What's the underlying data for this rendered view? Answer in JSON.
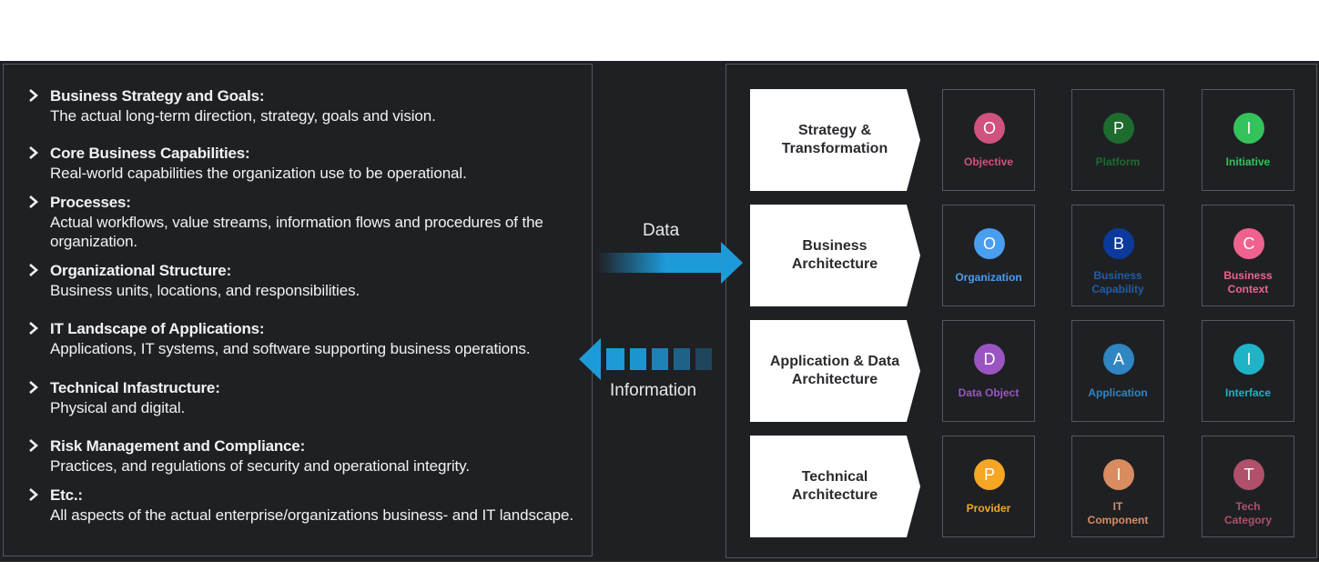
{
  "left_panel": {
    "items": [
      {
        "title": "Business Strategy and Goals:",
        "desc": "The actual long-term direction, strategy, goals and vision."
      },
      {
        "title": "Core Business Capabilities:",
        "desc": "Real-world capabilities the organization use to be operational."
      },
      {
        "title": "Processes:",
        "desc": "Actual workflows, value streams, information flows and procedures of the organization."
      },
      {
        "title": "Organizational Structure:",
        "desc": "Business units, locations, and responsibilities."
      },
      {
        "title": "IT Landscape of Applications:",
        "desc": "Applications, IT systems, and software supporting business operations."
      },
      {
        "title": "Technical Infastructure:",
        "desc": "Physical and digital."
      },
      {
        "title": "Risk Management and Compliance:",
        "desc": "Practices, and regulations of security and operational integrity."
      },
      {
        "title": "Etc.:",
        "desc": "All aspects of the actual enterprise/organizations business- and IT landscape."
      }
    ]
  },
  "flows": {
    "data_label": "Data",
    "info_label": "Information",
    "arrow_color": "#1d9bd9"
  },
  "layers": [
    {
      "label": "Strategy & Transformation",
      "cards": [
        {
          "letter": "O",
          "label": "Objective",
          "color": "#d0527e"
        },
        {
          "letter": "P",
          "label": "Platform",
          "color": "#1e6b2e"
        },
        {
          "letter": "I",
          "label": "Initiative",
          "color": "#33c35a"
        }
      ]
    },
    {
      "label": "Business Architecture",
      "cards": [
        {
          "letter": "O",
          "label": "Organization",
          "color": "#4a9ef0"
        },
        {
          "letter": "B",
          "label": "Business Capability",
          "color": "#0b3a9c"
        },
        {
          "letter": "C",
          "label": "Business Context",
          "color": "#f0628e"
        }
      ]
    },
    {
      "label": "Application & Data Architecture",
      "cards": [
        {
          "letter": "D",
          "label": "Data Object",
          "color": "#9a55c0"
        },
        {
          "letter": "A",
          "label": "Application",
          "color": "#2f86c2"
        },
        {
          "letter": "I",
          "label": "Interface",
          "color": "#1fb3c6"
        }
      ]
    },
    {
      "label": "Technical Architecture",
      "cards": [
        {
          "letter": "P",
          "label": "Provider",
          "color": "#f5a623"
        },
        {
          "letter": "I",
          "label": "IT Component",
          "color": "#d98c5f"
        },
        {
          "letter": "T",
          "label": "Tech Category",
          "color": "#b0506a"
        }
      ]
    }
  ],
  "label_colors": {
    "Objective": "#d0527e",
    "Platform": "#1e6b2e",
    "Initiative": "#33c35a",
    "Organization": "#4a9ef0",
    "Business Capability": "#1e5fa8",
    "Business Context": "#f0628e",
    "Data Object": "#9a55c0",
    "Application": "#2f86c2",
    "Interface": "#1fb3c6",
    "Provider": "#f5a623",
    "IT Component": "#d98c5f",
    "Tech Category": "#b0506a"
  }
}
